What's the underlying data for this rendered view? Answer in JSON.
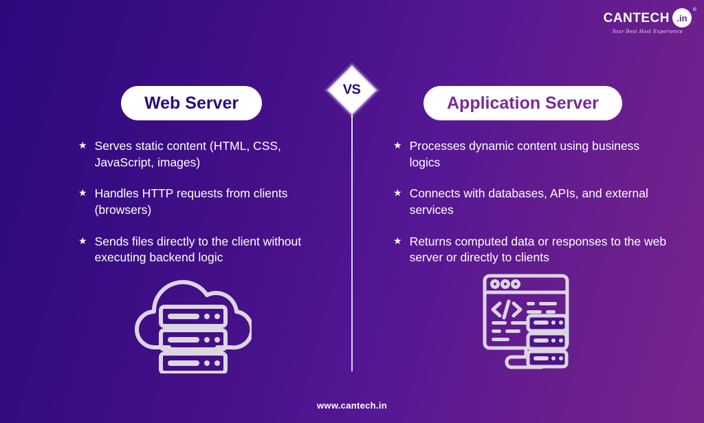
{
  "brand": {
    "word": "CANTECH",
    "badge": ".in",
    "registered": "®",
    "tagline": "Your Best Host Experience",
    "footer_url": "www.cantech.in"
  },
  "center": {
    "vs_label": "VS"
  },
  "colors": {
    "bg_start": "#2b0a7e",
    "bg_end": "#76258e",
    "left_title": "#2b0a7e",
    "right_title": "#7a2a96",
    "pill_bg": "#ffffff",
    "text": "#ffffff",
    "icon_stroke": "#dcd6e4",
    "divider": "#e8dcf5"
  },
  "columns": [
    {
      "id": "web-server",
      "title": "Web Server",
      "bullet_glyph": "★",
      "bullets": [
        "Serves static content (HTML, CSS, JavaScript, images)",
        "Handles HTTP requests from clients (browsers)",
        "Sends files directly to the client without executing backend logic"
      ],
      "icon": "cloud-server-icon"
    },
    {
      "id": "application-server",
      "title": "Application Server",
      "bullet_glyph": "★",
      "bullets": [
        "Processes dynamic content using business logics",
        "Connects with databases, APIs, and external services",
        "Returns computed data or responses to the web server or directly to clients"
      ],
      "icon": "monitor-code-server-icon"
    }
  ]
}
